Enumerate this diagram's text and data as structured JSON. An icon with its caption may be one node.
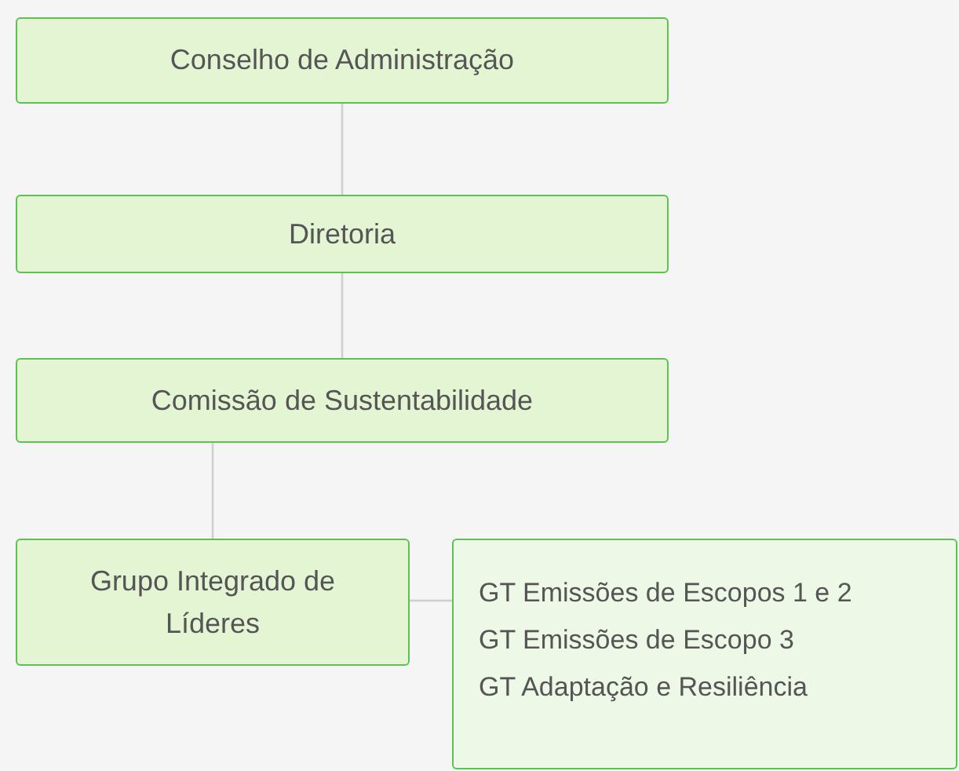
{
  "diagram": {
    "nodes": [
      {
        "text": [
          "Conselho de Administração"
        ]
      },
      {
        "text": [
          "Diretoria"
        ]
      },
      {
        "text": [
          "Comissão de Sustentabilidade"
        ]
      },
      {
        "text": [
          "Grupo Integrado de Líderes"
        ]
      },
      {
        "text": [
          "GT Emissões de Escopos 1 e 2",
          "GT Emissões de Escopo 3",
          "GT Adaptação e Resiliência"
        ]
      }
    ],
    "edges": [
      {
        "from": 0,
        "to": 1,
        "arrow": "none"
      },
      {
        "from": 1,
        "to": 2,
        "arrow": "none"
      },
      {
        "from": 2,
        "to": 3,
        "arrow": "none"
      },
      {
        "from": 3,
        "to": 4,
        "arrow": "none"
      }
    ]
  }
}
